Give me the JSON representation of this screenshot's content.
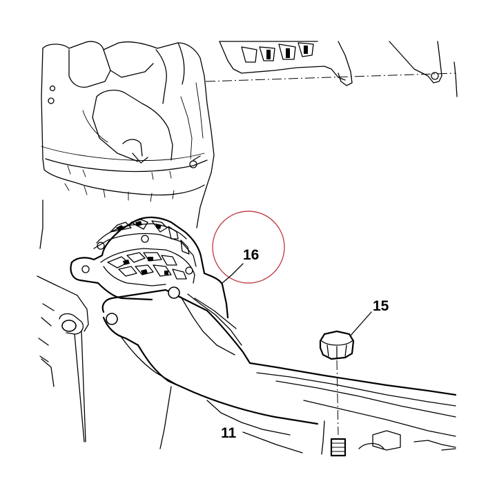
{
  "callouts": [
    {
      "id": "16",
      "label": "16",
      "highlighted": true
    },
    {
      "id": "15",
      "label": "15",
      "highlighted": false
    },
    {
      "id": "11",
      "label": "11",
      "highlighted": false
    }
  ],
  "colors": {
    "line": "#000000",
    "background": "#ffffff",
    "highlight_circle": "#c0404a"
  }
}
